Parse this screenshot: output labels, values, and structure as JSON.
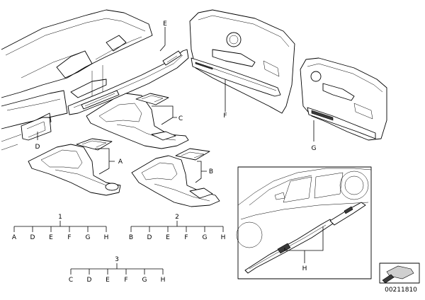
{
  "parts": {
    "A": "A",
    "B": "B",
    "C": "C",
    "D": "D",
    "E": "E",
    "F": "F",
    "G": "G",
    "H": "H"
  },
  "kits": [
    {
      "number": "1",
      "letters": [
        "A",
        "D",
        "E",
        "F",
        "G",
        "H"
      ]
    },
    {
      "number": "2",
      "letters": [
        "B",
        "D",
        "E",
        "F",
        "G",
        "H"
      ]
    },
    {
      "number": "3",
      "letters": [
        "C",
        "D",
        "E",
        "F",
        "G",
        "H"
      ]
    }
  ],
  "diagram_id": "00211810"
}
